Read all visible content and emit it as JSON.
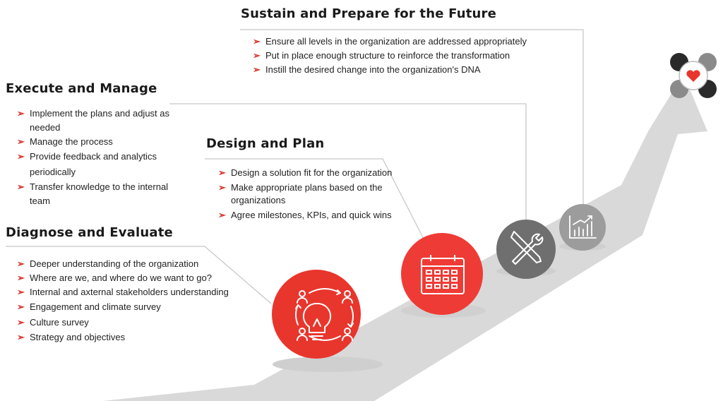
{
  "colors": {
    "accent": "#e8362d",
    "arrow": "#d9d9d9",
    "gray_circle": "#6f6f6f",
    "light_gray_circle": "#9c9c9c",
    "connector": "#c8c8c8"
  },
  "bullet_glyph": "➢",
  "stages": {
    "diagnose": {
      "title": "Diagnose and Evaluate",
      "items": [
        "Deeper understanding of the organization",
        "Where are we, and where do we want to go?",
        "Internal and axternal stakeholders understanding",
        "Engagement and climate survey",
        "Culture survey",
        "Strategy and objectives"
      ],
      "icon": "lightbulb-people-cycle-icon"
    },
    "execute": {
      "title": "Execute and Manage",
      "items": [
        "Implement the plans and adjust as needed",
        "Manage the process",
        "Provide feedback and analytics periodically",
        "Transfer knowledge to the internal team"
      ],
      "icon": "tools-icon"
    },
    "design": {
      "title": "Design and Plan",
      "items": [
        "Design a solution fit for the organization",
        "Make appropriate plans based on the organizations",
        "Agree milestones, KPIs, and quick wins"
      ],
      "icon": "calendar-icon"
    },
    "sustain": {
      "title": "Sustain and Prepare for the Future",
      "items": [
        "Ensure all levels in the organization are addressed appropriately",
        "Put in place enough structure to reinforce the transformation",
        "Instill the desired change into the organization's DNA"
      ],
      "icon": "growth-chart-icon"
    }
  },
  "logo_icon": "team-heart-logo-icon"
}
